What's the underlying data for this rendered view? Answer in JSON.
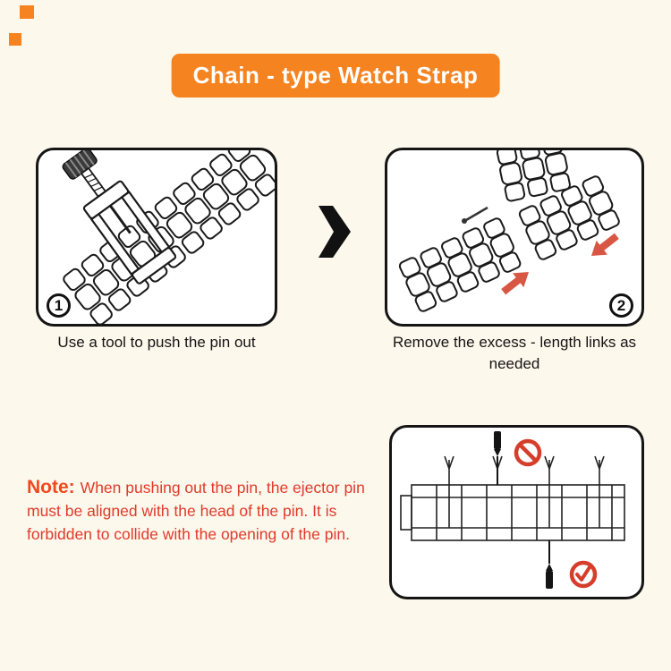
{
  "colors": {
    "background": "#fdf8ec",
    "accent_orange": "#f5831f",
    "panel_border": "#151515",
    "note_label_red": "#f1481f",
    "note_text_red": "#e03a2b",
    "arrow_red": "#d85744",
    "mark_red": "#d43e2a",
    "ink": "#141414"
  },
  "title": {
    "text": "Chain - type Watch Strap"
  },
  "steps": [
    {
      "badge": "1",
      "caption": "Use a tool to push the pin out"
    },
    {
      "badge": "2",
      "caption": "Remove the excess - length links as needed"
    }
  ],
  "note": {
    "label": "Note:",
    "text": "When pushing out the pin, the ejector pin must be aligned with the head of the pin. It is forbidden to collide with the opening of the pin."
  },
  "icons": {
    "step_divider": "chevron-right",
    "prohibition": "no-sign-circle-slash",
    "check": "check-mark-circle",
    "red_arrow": "solid-arrow"
  }
}
